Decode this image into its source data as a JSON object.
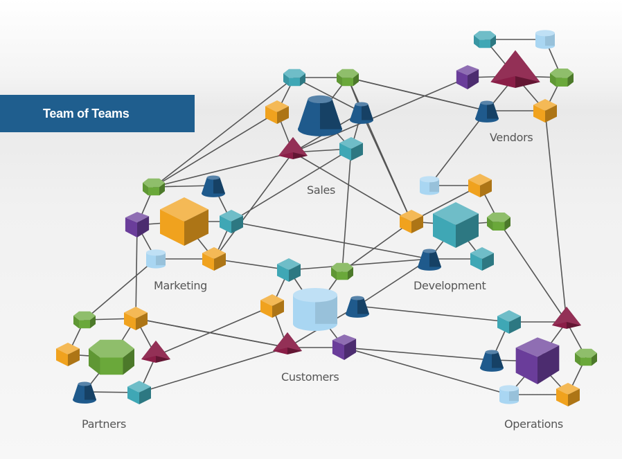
{
  "title": "Team of Teams",
  "group_labels": {
    "vendors": "Vendors",
    "sales": "Sales",
    "marketing": "Marketing",
    "development": "Development",
    "customers": "Customers",
    "partners": "Partners",
    "operations": "Operations"
  },
  "colors": {
    "teal": "#3fa7b5",
    "green": "#6aa83a",
    "orange": "#f0a21e",
    "purple": "#6a3d9a",
    "maroon": "#8a1e47",
    "navy": "#1f5a8c",
    "lightblue": "#a9d6f2",
    "banner": "#1f5e8e",
    "edge": "#555555"
  },
  "node_shapes": [
    "cube",
    "hexagon",
    "cylinder",
    "pyramid",
    "cone",
    "wedge"
  ]
}
